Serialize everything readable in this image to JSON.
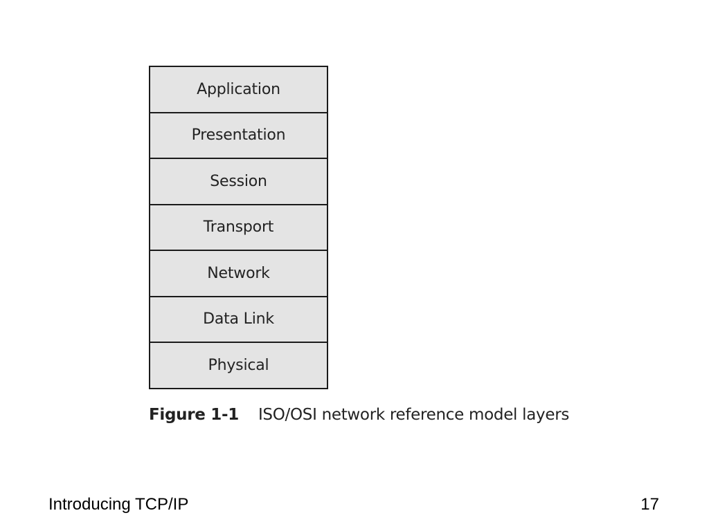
{
  "figure": {
    "layers": [
      {
        "label": "Application"
      },
      {
        "label": "Presentation"
      },
      {
        "label": "Session"
      },
      {
        "label": "Transport"
      },
      {
        "label": "Network"
      },
      {
        "label": "Data Link"
      },
      {
        "label": "Physical"
      }
    ],
    "caption_number": "Figure 1-1",
    "caption_text": "ISO/OSI network reference model layers"
  },
  "footer": {
    "title": "Introducing TCP/IP",
    "page_number": "17"
  },
  "colors": {
    "layer_fill": "#e4e4e4",
    "border": "#1a1a1a",
    "background": "#ffffff"
  }
}
